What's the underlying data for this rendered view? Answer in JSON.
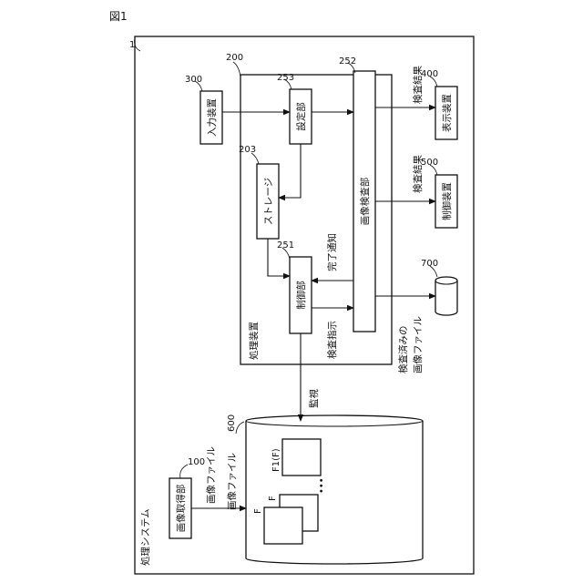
{
  "figure_label": "図1",
  "system": {
    "ref": "1",
    "label": "処理システム"
  },
  "acquisition_unit": {
    "ref": "100",
    "label": "画像取得部"
  },
  "storage_600": {
    "ref": "600",
    "label": "画像ファイル",
    "file_f1": "F1(F)",
    "file_f": "F",
    "ellipsis": "•••"
  },
  "processing_device": {
    "ref": "200",
    "label": "処理装置",
    "control_unit": {
      "ref": "251",
      "label": "制御部"
    },
    "inspection_unit": {
      "ref": "252",
      "label": "画像検査部"
    },
    "setting_unit": {
      "ref": "253",
      "label": "設定部"
    },
    "storage": {
      "ref": "203",
      "label": "ストレージ"
    }
  },
  "input_device": {
    "ref": "300",
    "label": "入力装置"
  },
  "display_device": {
    "ref": "400",
    "label": "表示装置"
  },
  "control_device": {
    "ref": "500",
    "label": "制御装置"
  },
  "database": {
    "ref": "700"
  },
  "edge_labels": {
    "monitor": "監視",
    "image_file": "画像ファイル",
    "inspection_instruction": "検査指示",
    "completion_notice": "完了通知",
    "result_1": "検査結果",
    "result_2": "検査結果",
    "inspected_line1": "検査済みの",
    "inspected_line2": "画像ファイル"
  }
}
